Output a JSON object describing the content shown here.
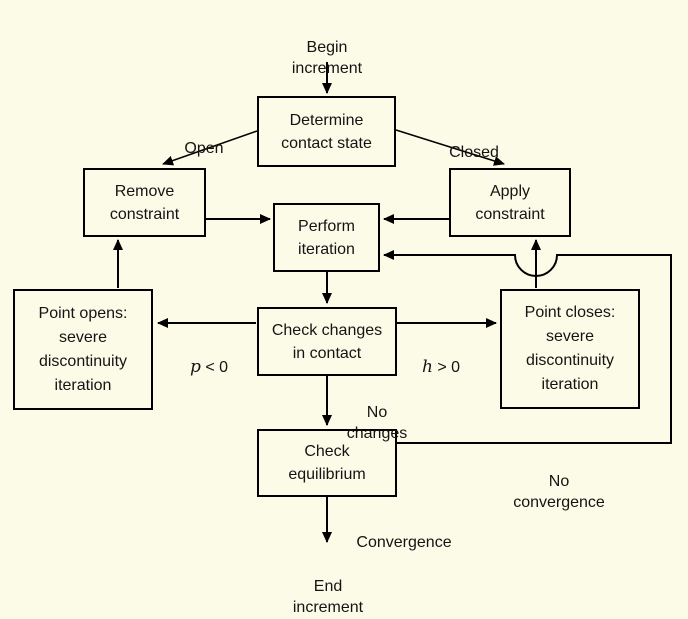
{
  "diagram": {
    "colors": {
      "background": "#FBFBE7",
      "line": "#000000",
      "text": "#141414"
    },
    "nodes": {
      "begin": {
        "label": "Begin\nincrement"
      },
      "determine": {
        "label": "Determine\ncontact state"
      },
      "remove": {
        "label": "Remove\nconstraint"
      },
      "apply": {
        "label": "Apply\nconstraint"
      },
      "perform": {
        "label": "Perform\niteration"
      },
      "point_opens": {
        "label": "Point opens:\nsevere\ndiscontinuity\niteration"
      },
      "point_closes": {
        "label": "Point closes:\nsevere\ndiscontinuity\niteration"
      },
      "check_changes": {
        "label": "Check changes\nin contact"
      },
      "check_equilibrium": {
        "label": "Check\nequilibrium"
      },
      "end": {
        "label": "End\nincrement"
      }
    },
    "edge_labels": {
      "open": "Open",
      "closed": "Closed",
      "p_condition": {
        "var": "p",
        "rest": " < 0"
      },
      "h_condition": {
        "var": "h",
        "rest": " > 0"
      },
      "no_changes": "No\nchanges",
      "no_convergence": "No\nconvergence",
      "convergence": "Convergence"
    }
  }
}
